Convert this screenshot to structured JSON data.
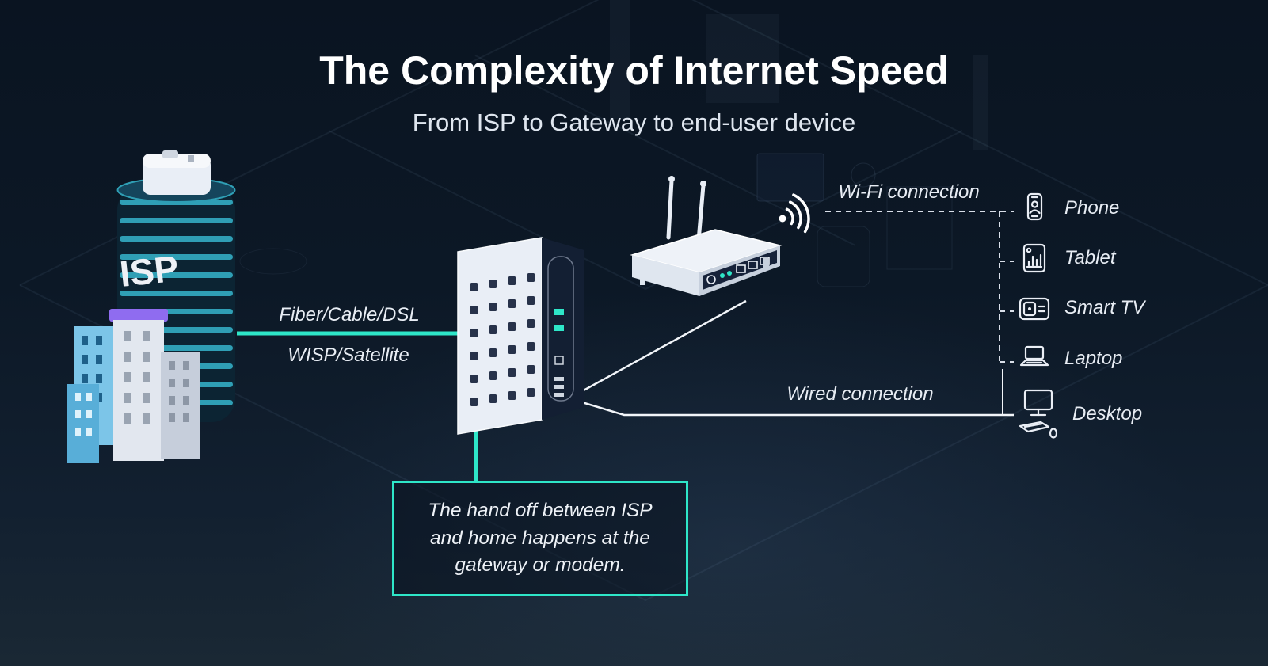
{
  "title": "The Complexity of Internet Speed",
  "subtitle": "From ISP to Gateway to end-user device",
  "colors": {
    "background": "#0c1826",
    "accent_teal": "#2ee6c8",
    "isp_tower_teal": "#2f9fb5",
    "text": "#ffffff"
  },
  "isp": {
    "label": "ISP"
  },
  "links": {
    "fiber_label": "Fiber/Cable/DSL",
    "wisp_label": "WISP/Satellite",
    "wifi_label": "Wi-Fi connection",
    "wired_label": "Wired connection"
  },
  "devices": [
    {
      "id": "phone",
      "label": "Phone"
    },
    {
      "id": "tablet",
      "label": "Tablet"
    },
    {
      "id": "smart-tv",
      "label": "Smart TV"
    },
    {
      "id": "laptop",
      "label": "Laptop"
    },
    {
      "id": "desktop",
      "label": "Desktop"
    }
  ],
  "callout": {
    "text": "The hand off between ISP and home happens at the gateway or modem."
  }
}
